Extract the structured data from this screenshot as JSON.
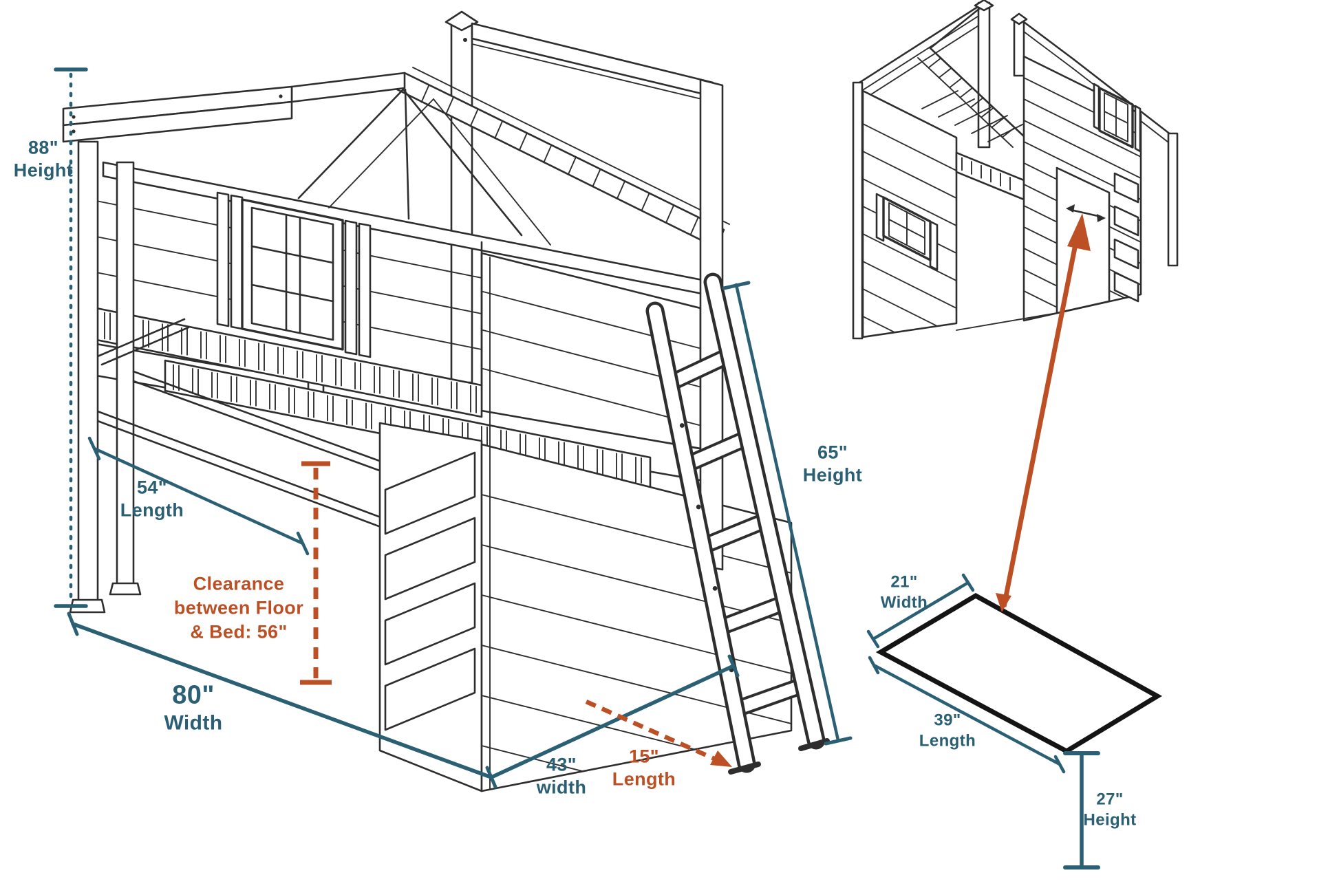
{
  "colors": {
    "dimension_teal": "#2a5f74",
    "highlight_orange": "#bc4f23",
    "linework": "#2e2e2e",
    "background": "#ffffff"
  },
  "main_diagram": {
    "labels": {
      "height_88": {
        "value": "88\"",
        "label": "Height"
      },
      "length_54": {
        "value": "54\"",
        "label": "Length"
      },
      "clearance": {
        "line1": "Clearance",
        "line2": "between Floor",
        "line3": "& Bed: 56\""
      },
      "width_80": {
        "value": "80\"",
        "label": "Width"
      },
      "width_43": {
        "value": "43\"",
        "label": "width"
      },
      "length_15": {
        "value": "15\"",
        "label": "Length"
      },
      "height_65": {
        "value": "65\"",
        "label": "Height"
      }
    }
  },
  "inset_diagram": {
    "labels": {
      "width_21": {
        "value": "21\"",
        "label": "Width"
      },
      "length_39": {
        "value": "39\"",
        "label": "Length"
      },
      "height_27": {
        "value": "27\"",
        "label": "Height"
      }
    }
  }
}
